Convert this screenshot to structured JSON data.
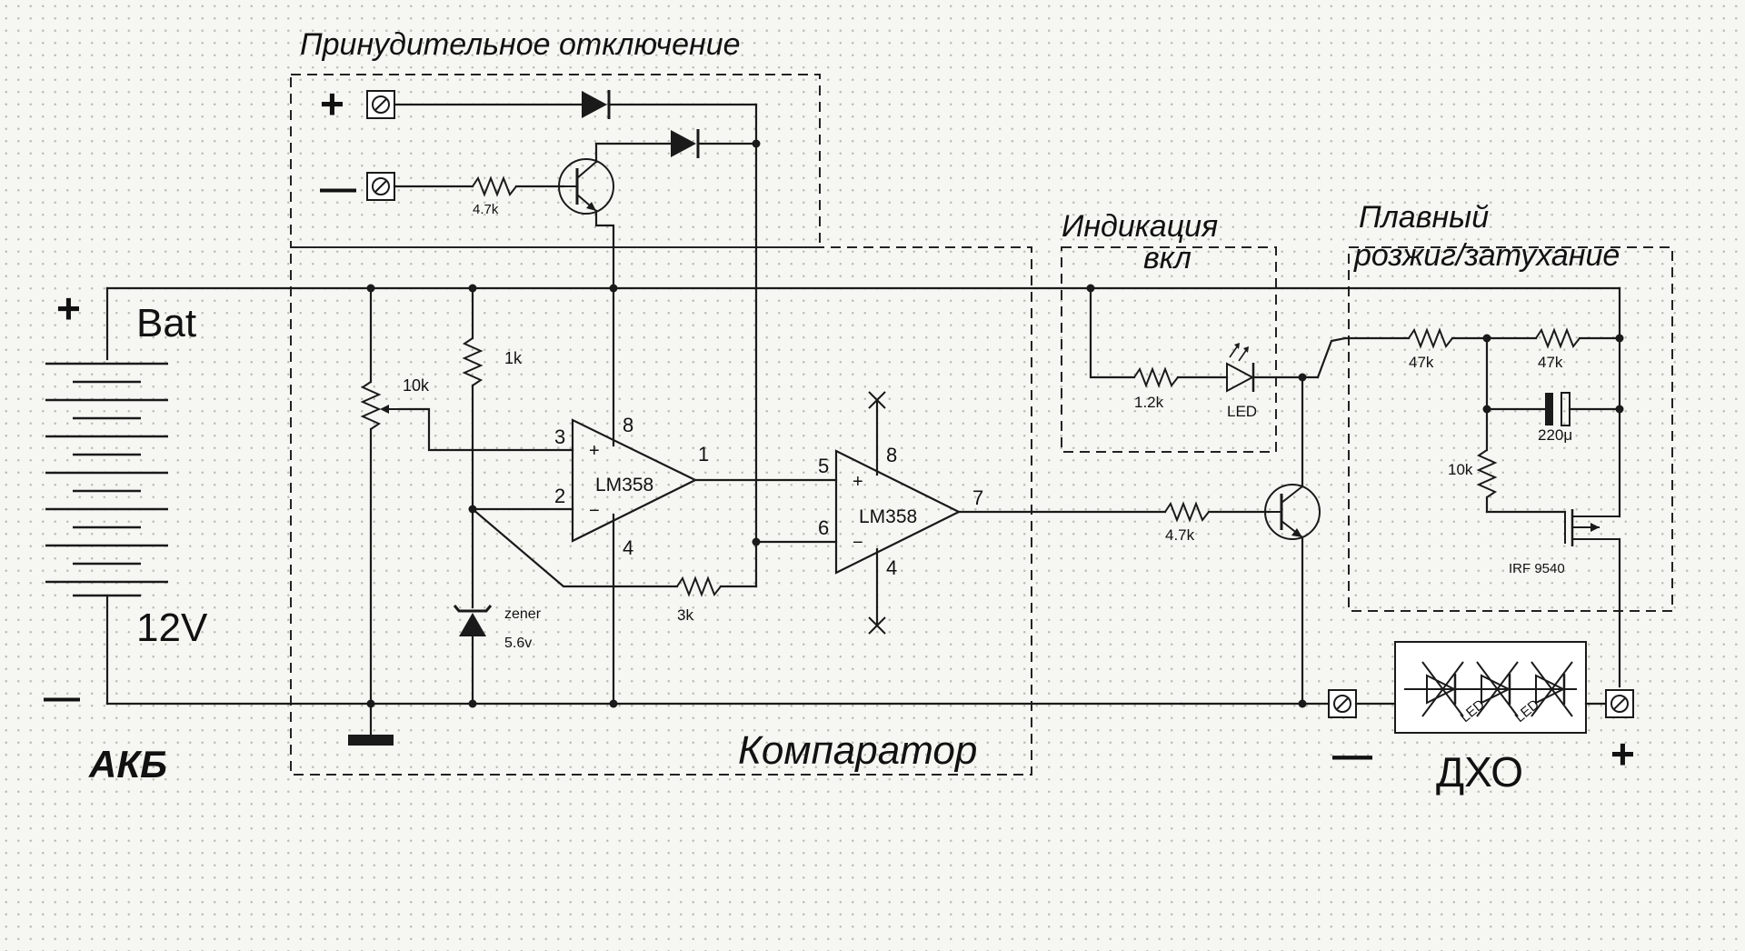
{
  "blocks": {
    "forced_off": "Принудительное отключение",
    "indication_line1": "Индикация",
    "indication_line2": "вкл",
    "soft_line1": "Плавный",
    "soft_line2": "розжиг/затухание",
    "comparator": "Компаратор"
  },
  "battery": {
    "name": "Bat",
    "voltage": "12V",
    "label": "АКБ",
    "plus": "+",
    "minus": "—"
  },
  "forced_off_inputs": {
    "plus": "+",
    "minus": "—"
  },
  "components": {
    "r_in": "4.7k",
    "pot": "10k",
    "r_zener": "1k",
    "zener_name": "zener",
    "zener_value": "5.6v",
    "r_fb": "3k",
    "opamp1": "LM358",
    "opamp2": "LM358",
    "r_base": "4.7k",
    "r_led": "1.2k",
    "led": "LED",
    "r_47a": "47k",
    "r_47b": "47k",
    "cap": "220μ",
    "r_gate": "10k",
    "mosfet": "IRF 9540",
    "drl_led1": "LED",
    "drl_led2": "LED"
  },
  "pins": {
    "op1_plus": "3",
    "op1_minus": "2",
    "op1_out": "1",
    "op1_vcc": "8",
    "op1_gnd": "4",
    "op2_plus": "5",
    "op2_minus": "6",
    "op2_out": "7",
    "op2_vcc": "8",
    "op2_gnd": "4"
  },
  "drl": {
    "label": "ДХО",
    "plus": "+",
    "minus": "—"
  }
}
